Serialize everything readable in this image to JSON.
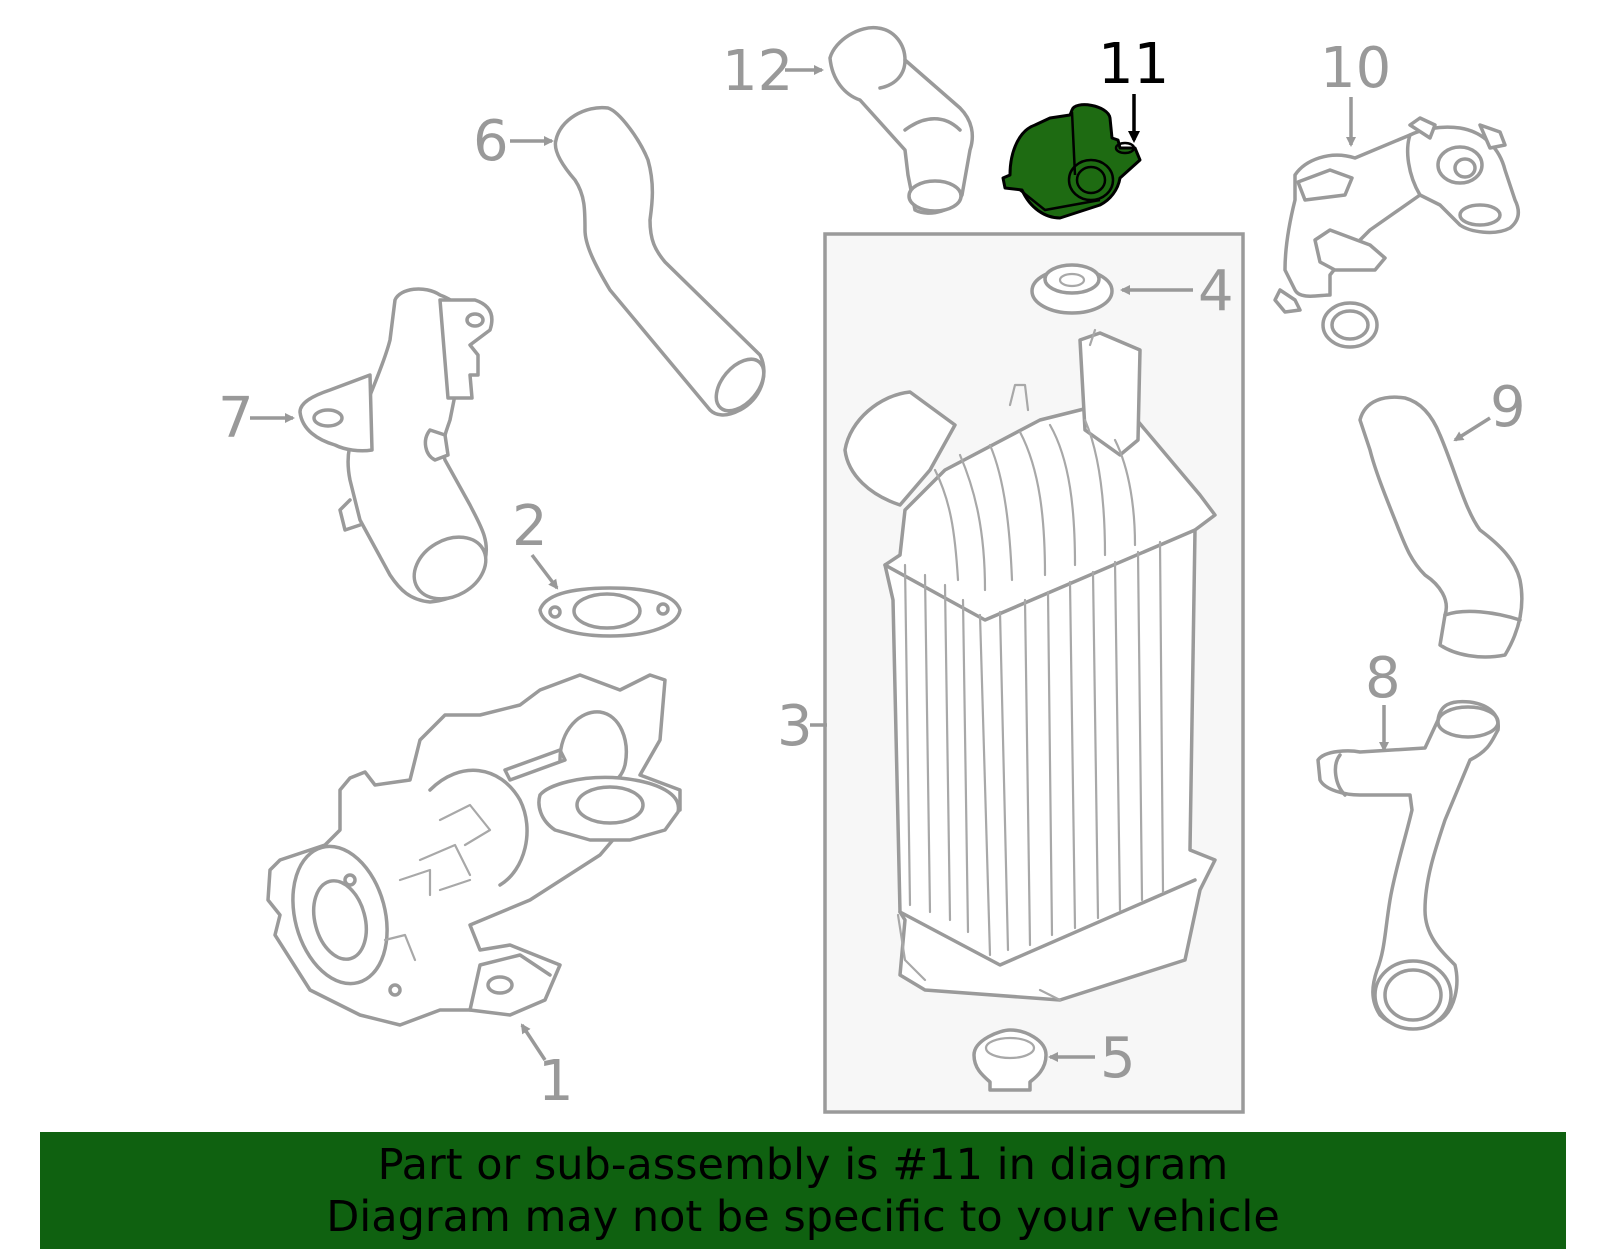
{
  "callouts": {
    "c1": "1",
    "c2": "2",
    "c3": "3",
    "c4": "4",
    "c5": "5",
    "c6": "6",
    "c7": "7",
    "c8": "8",
    "c9": "9",
    "c10": "10",
    "c11": "11",
    "c12": "12"
  },
  "highlighted_part": "11",
  "colors": {
    "highlight_fill": "#1e6b12",
    "banner_bg": "#0f6110",
    "part_line": "#9a9a9a",
    "callout_text": "#999999"
  },
  "banner": {
    "line1": "Part or sub-assembly is #11 in diagram",
    "line2": "Diagram may not be specific to your vehicle"
  }
}
